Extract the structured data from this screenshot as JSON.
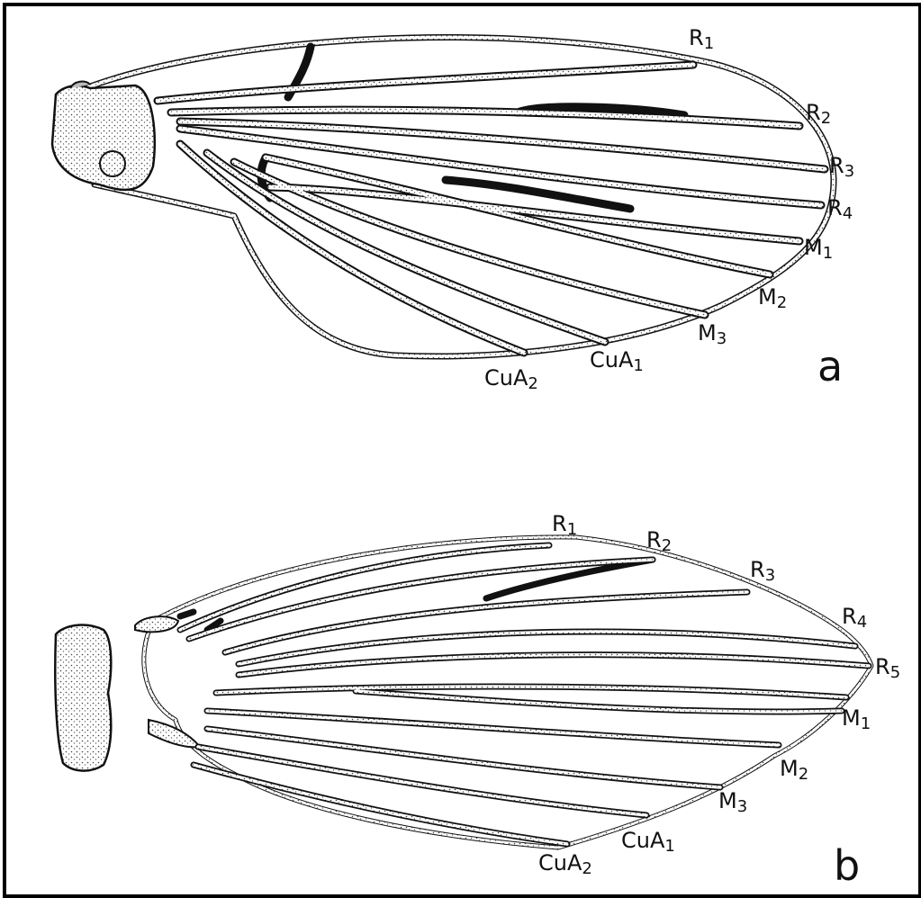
{
  "figure_a": {
    "panel_letter": "a",
    "vein_labels": [
      {
        "id": "r1",
        "main": "R",
        "sub": "1"
      },
      {
        "id": "r2",
        "main": "R",
        "sub": "2"
      },
      {
        "id": "r3",
        "main": "R",
        "sub": "3"
      },
      {
        "id": "r4",
        "main": "R",
        "sub": "4"
      },
      {
        "id": "m1",
        "main": "M",
        "sub": "1"
      },
      {
        "id": "m2",
        "main": "M",
        "sub": "2"
      },
      {
        "id": "m3",
        "main": "M",
        "sub": "3"
      },
      {
        "id": "cua1",
        "main": "CuA",
        "sub": "1"
      },
      {
        "id": "cua2",
        "main": "CuA",
        "sub": "2"
      }
    ]
  },
  "figure_b": {
    "panel_letter": "b",
    "vein_labels": [
      {
        "id": "r1",
        "main": "R",
        "sub": "1"
      },
      {
        "id": "r2",
        "main": "R",
        "sub": "2"
      },
      {
        "id": "r3",
        "main": "R",
        "sub": "3"
      },
      {
        "id": "r4",
        "main": "R",
        "sub": "4"
      },
      {
        "id": "r5",
        "main": "R",
        "sub": "5"
      },
      {
        "id": "m1",
        "main": "M",
        "sub": "1"
      },
      {
        "id": "m2",
        "main": "M",
        "sub": "2"
      },
      {
        "id": "m3",
        "main": "M",
        "sub": "3"
      },
      {
        "id": "cua1",
        "main": "CuA",
        "sub": "1"
      },
      {
        "id": "cua2",
        "main": "CuA",
        "sub": "2"
      }
    ]
  },
  "colors": {
    "ink": "#111111",
    "paper": "#ffffff",
    "stipple": "#555555"
  }
}
